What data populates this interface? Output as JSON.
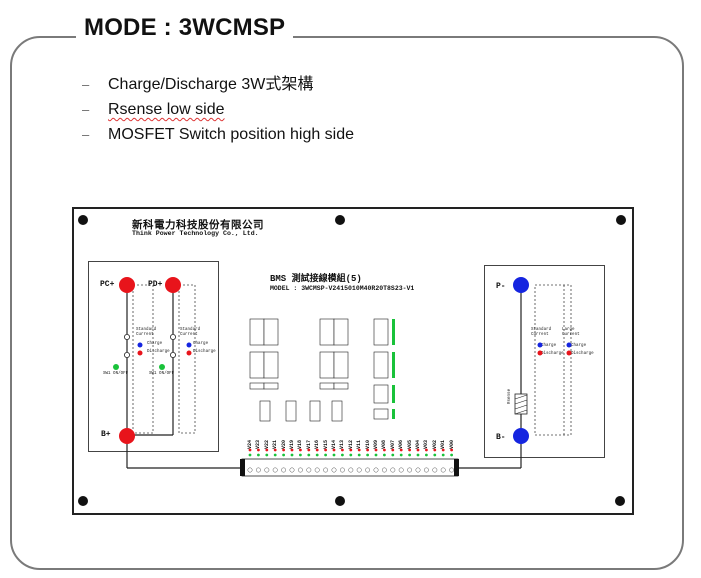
{
  "header": {
    "title": "MODE : 3WCMSP"
  },
  "bullets": [
    "Charge/Discharge 3W式架構",
    "Rsense low side",
    "MOSFET Switch position high side"
  ],
  "bullet_marker": "–",
  "board": {
    "company_cn": "新科電力科技股份有限公司",
    "company_en": "Think Power Technology Co., Ltd.",
    "module_title": "BMS 測試接線模組(5)",
    "model": "MODEL : 3WCMSP-V2415010M40R20T8S23-V1",
    "left_panel": {
      "pc_plus": "PC+",
      "pd_plus": "PD+",
      "b_plus": "B+",
      "standard_current": "Standard Current",
      "charge": "Charge",
      "discharge": "Discharge",
      "switch_label": "SW1 ON/OFF"
    },
    "right_panel": {
      "p_minus": "P-",
      "b_minus": "B-",
      "rsense": "Rsense",
      "standard_current": "Standard Current",
      "large_current": "Large Current",
      "charge": "Charge",
      "discharge": "Discharge"
    },
    "voltage_labels": [
      "V24",
      "V23",
      "V22",
      "V21",
      "V20",
      "V19",
      "V18",
      "V17",
      "V16",
      "V15",
      "V14",
      "V13",
      "V12",
      "V11",
      "V10",
      "V09",
      "V08",
      "V07",
      "V06",
      "V05",
      "V04",
      "V03",
      "V02",
      "V01",
      "V00"
    ]
  },
  "colors": {
    "red_terminal": "#e8141b",
    "blue_terminal": "#1525e0",
    "green_led": "#19c23a",
    "frame": "#7a7a7a"
  }
}
